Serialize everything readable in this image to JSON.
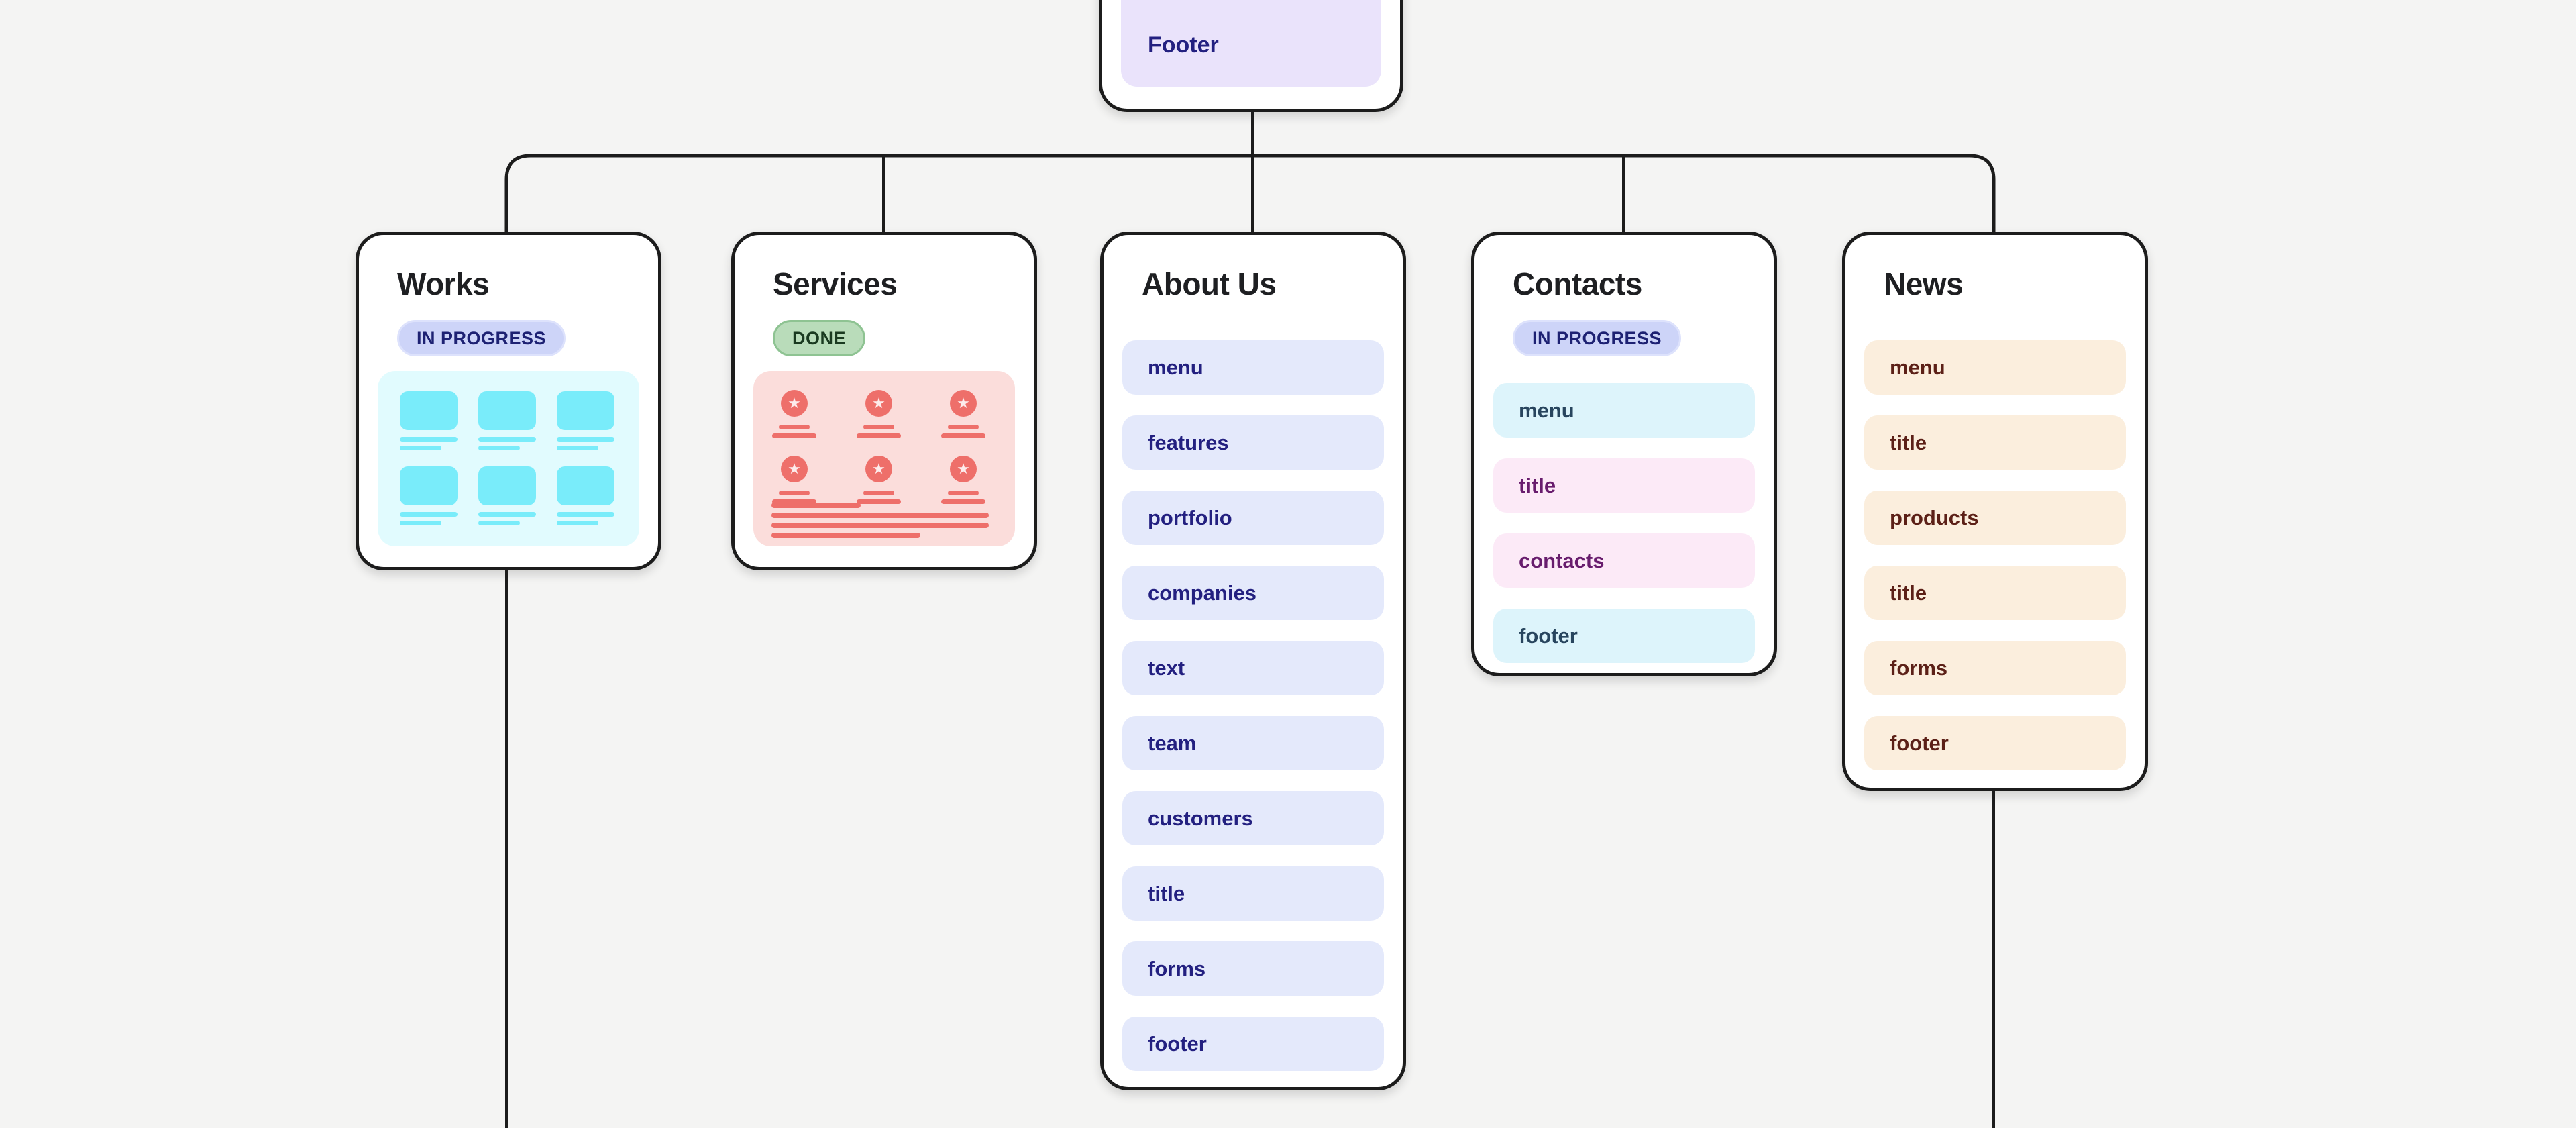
{
  "app": {
    "view": "sitemap-canvas"
  },
  "theme": {
    "canvas_bg": "#f4f4f3",
    "line_color": "#1c1c1c",
    "title_color": "#1e1f22",
    "lavender_bg": "#e4e9fb",
    "lavender_text": "#232080",
    "cyan_bg": "#ddf4fb",
    "cyan_text": "#28455e",
    "pink_bg": "#fceaf7",
    "pink_text": "#681c6d",
    "peach_bg": "#fbeedd",
    "peach_text": "#5c2017",
    "purple_bg": "#eae3fb",
    "badge_progress_bg": "#cdd4f8",
    "badge_progress_border": "#dde2fc",
    "badge_progress_text": "#1d2173",
    "badge_done_bg": "#b9dcba",
    "badge_done_border": "#8ec392",
    "badge_done_text": "#1a3a20",
    "works_thumb_bg": "#e1fbfe",
    "works_thumb_accent": "#79ecfa",
    "services_thumb_bg": "#fbdddb",
    "services_thumb_accent": "#ee6f6a"
  },
  "hierarchy": {
    "parent": "Footer",
    "children": [
      "Works",
      "Services",
      "About Us",
      "Contacts",
      "News"
    ]
  },
  "root_node": {
    "label": "Footer"
  },
  "cards": {
    "works": {
      "title": "Works",
      "badge": {
        "label": "IN PROGRESS",
        "variant": "progress"
      },
      "thumbnail": "works-wireframe-card-grid"
    },
    "services": {
      "title": "Services",
      "badge": {
        "label": "DONE",
        "variant": "done"
      },
      "thumbnail": "services-wireframe-feature-grid"
    },
    "about": {
      "title": "About Us",
      "items": [
        {
          "label": "menu",
          "variant": "lavender"
        },
        {
          "label": "features",
          "variant": "lavender"
        },
        {
          "label": "portfolio",
          "variant": "lavender"
        },
        {
          "label": "companies",
          "variant": "lavender"
        },
        {
          "label": "text",
          "variant": "lavender"
        },
        {
          "label": "team",
          "variant": "lavender"
        },
        {
          "label": "customers",
          "variant": "lavender"
        },
        {
          "label": "title",
          "variant": "lavender"
        },
        {
          "label": "forms",
          "variant": "lavender"
        },
        {
          "label": "footer",
          "variant": "lavender"
        }
      ]
    },
    "contacts": {
      "title": "Contacts",
      "badge": {
        "label": "IN PROGRESS",
        "variant": "progress"
      },
      "items": [
        {
          "label": "menu",
          "variant": "cyan"
        },
        {
          "label": "title",
          "variant": "pink"
        },
        {
          "label": "contacts",
          "variant": "pink"
        },
        {
          "label": "footer",
          "variant": "cyan"
        }
      ]
    },
    "news": {
      "title": "News",
      "items": [
        {
          "label": "menu",
          "variant": "peach"
        },
        {
          "label": "title",
          "variant": "peach"
        },
        {
          "label": "products",
          "variant": "peach"
        },
        {
          "label": "title",
          "variant": "peach"
        },
        {
          "label": "forms",
          "variant": "peach"
        },
        {
          "label": "footer",
          "variant": "peach"
        }
      ]
    }
  },
  "wireframes": {
    "works_cells": 6,
    "services_cells": 6,
    "services_paragraph_widths": [
      133,
      324,
      324,
      222
    ]
  }
}
